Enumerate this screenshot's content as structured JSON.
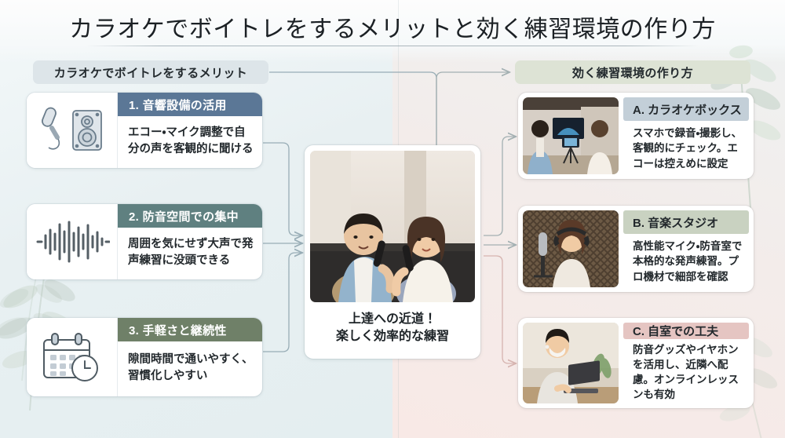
{
  "title": "カラオケでボイトレをするメリットと効く練習環境の作り方",
  "sections": {
    "left_pill": "カラオケでボイトレをするメリット",
    "right_pill": "効く練習環境の作り方"
  },
  "center": {
    "caption_line1": "上達への近道！",
    "caption_line2": "楽しく効率的な練習",
    "photo_alt": "karaoke-duo-photo"
  },
  "merits": [
    {
      "heading": "1. 音響設備の活用",
      "text": "エコー・マイク調整で自分の声を客観的に聞ける",
      "icon": "microphone-speaker-icon",
      "header_color": "#5b7796"
    },
    {
      "heading": "2. 防音空間での集中",
      "text": "周囲を気にせず大声で発声練習に没頭できる",
      "icon": "waveform-icon",
      "header_color": "#5f8080"
    },
    {
      "heading": "3. 手軽さと継続性",
      "text": "隙間時間で通いやすく、習慣化しやすい",
      "icon": "calendar-clock-icon",
      "header_color": "#6f8068"
    }
  ],
  "environments": [
    {
      "heading": "A. カラオケボックス",
      "text": "スマホで録音・撮影し、客観的にチェック。エコーは控えめに設定",
      "header_color": "#c3cfd8",
      "photo_alt": "karaoke-room-filming-photo"
    },
    {
      "heading": "B. 音楽スタジオ",
      "text": "高性能マイク・防音室で本格的な発声練習。プロ機材で細部を確認",
      "header_color": "#c9d2c1",
      "photo_alt": "recording-studio-photo"
    },
    {
      "heading": "C. 自室での工夫",
      "text": "防音グッズやイヤホンを活用し、近隣へ配慮。オンラインレッスンも有効",
      "header_color": "#e5c5c2",
      "photo_alt": "home-desk-tablet-photo"
    }
  ],
  "colors": {
    "bg_left": "#e8f0f2",
    "bg_right": "#f8e9e6",
    "pill_left": "#dde5e9",
    "pill_right": "#dde3d5",
    "wire_left": "#98adb6",
    "wire_right_top": "#a9b6b8",
    "wire_right_pink": "#d8b6b2"
  }
}
